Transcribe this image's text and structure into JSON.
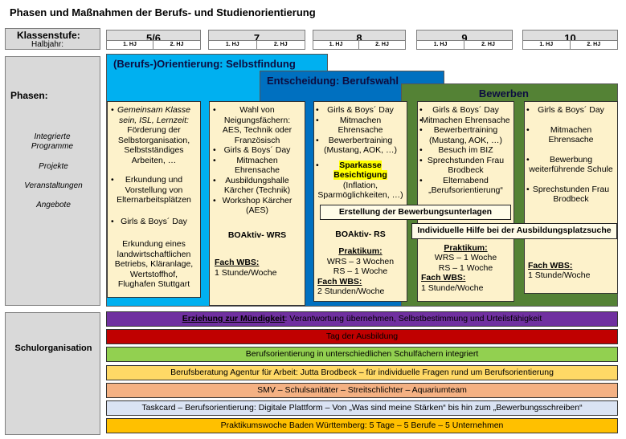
{
  "title": "Phasen und Maßnahmen der Berufs- und Studienorientierung",
  "klassenstufe": {
    "label": "Klassenstufe:",
    "halbjahr": "Halbjahr:"
  },
  "grades": [
    {
      "label": "5/6",
      "hj1": "1. HJ",
      "hj2": "2. HJ"
    },
    {
      "label": "7",
      "hj1": "1. HJ",
      "hj2": "2. HJ"
    },
    {
      "label": "8",
      "hj1": "1. HJ",
      "hj2": "2. HJ"
    },
    {
      "label": "9",
      "hj1": "1. HJ",
      "hj2": "2. HJ"
    },
    {
      "label": "10",
      "hj1": "1. HJ",
      "hj2": "2. HJ"
    }
  ],
  "phasen": {
    "label": "Phasen:",
    "items": [
      "Integrierte Programme",
      "Projekte",
      "Veranstaltungen",
      "Angebote"
    ]
  },
  "phase_heads": {
    "selbstfindung": "(Berufs-)Orientierung: Selbstfindung",
    "berufswahl": "Entscheidung: Berufswahl",
    "bewerben": "Bewerben"
  },
  "colors": {
    "blue_light": "#00b0f0",
    "blue_dark": "#0070c0",
    "green": "#548235",
    "card": "#fdf2cb"
  },
  "cards": {
    "c56": {
      "a": "Gemeinsam Klasse sein, ISL, Lernzeit:",
      "a2": "Förderung der Selbstorganisation, Selbstständiges Arbeiten, …",
      "b": "Erkundung und Vorstellung von Elternarbeitsplätzen",
      "c": "Girls & Boys´ Day",
      "d": "Erkundung eines landwirtschaftlichen Betriebs, Kläranlage, Wertstoffhof, Flughafen Stuttgart"
    },
    "c7": {
      "a": "Wahl von Neigungsfächern: AES, Technik oder Französisch",
      "b": "Girls & Boys´ Day",
      "c": "Mitmachen Ehrensache",
      "d": "Ausbildungshalle Kärcher (Technik)",
      "e": "Workshop Kärcher (AES)",
      "boaktiv": "BOAktiv- WRS",
      "fach": "Fach WBS:",
      "fach_val": "1 Stunde/Woche"
    },
    "c8": {
      "a": "Girls & Boys´ Day",
      "b": "Mitmachen Ehrensache",
      "c": "Bewerbertraining (Mustang, AOK, …)",
      "d": "Sparkasse Besichtigung",
      "d2": "(Inflation, Sparmöglichkeiten, …)",
      "boaktiv": "BOAktiv- RS",
      "praktikum": "Praktikum:",
      "p1": "WRS – 3 Wochen",
      "p2": "RS – 1 Woche",
      "fach": "Fach WBS:",
      "fach_val": "2 Stunden/Woche"
    },
    "c9": {
      "a": "Girls & Boys´ Day",
      "b": "Mitmachen Ehrensache",
      "c": "Bewerbertraining (Mustang, AOK, …)",
      "d": "Besuch im BIZ",
      "e": "Sprechstunden Frau Brodbeck",
      "f": "Elternabend „Berufsorientierung“",
      "praktikum": "Praktikum:",
      "p1": "WRS – 1 Woche",
      "p2": "RS – 1 Woche",
      "fach": "Fach WBS:",
      "fach_val": "1 Stunde/Woche"
    },
    "c10": {
      "a": "Girls & Boys´ Day",
      "b": "Mitmachen Ehrensache",
      "c": "Bewerbung weiterführende Schule",
      "d": "Sprechstunden Frau Brodbeck",
      "fach": "Fach WBS:",
      "fach_val": "1 Stunde/Woche"
    }
  },
  "labels": {
    "bewerbungsunterlagen": "Erstellung der Bewerbungsunterlagen",
    "ausbildungsplatzsuche": "Individuelle Hilfe bei der Ausbildungsplatzsuche"
  },
  "schulorganisation": {
    "label": "Schulorganisation",
    "bars": [
      {
        "bold": "Erziehung zur Mündigkeit",
        "rest": ": Verantwortung übernehmen, Selbstbestimmung und Urteilsfähigkeit",
        "color": "#7030a0"
      },
      {
        "text": "Tag der Ausbildung",
        "color": "#c00000"
      },
      {
        "text": "Berufsorientierung in unterschiedlichen Schulfächern integriert",
        "color": "#92d050"
      },
      {
        "text": "Berufsberatung Agentur für Arbeit: Jutta Brodbeck – für individuelle Fragen rund um Berufsorientierung",
        "color": "#ffd966"
      },
      {
        "text": "SMV – Schulsanitäter – Streitschlichter – Aquariumteam",
        "color": "#f4b183"
      },
      {
        "text": "Taskcard – Berufsorientierung: Digitale Plattform – Von „Was sind meine Stärken“ bis hin zum „Bewerbungsschreiben“",
        "color": "#dae3f3"
      },
      {
        "text": "Praktikumswoche Baden Württemberg: 5 Tage – 5 Berufe – 5 Unternehmen",
        "color": "#ffc000"
      }
    ]
  }
}
